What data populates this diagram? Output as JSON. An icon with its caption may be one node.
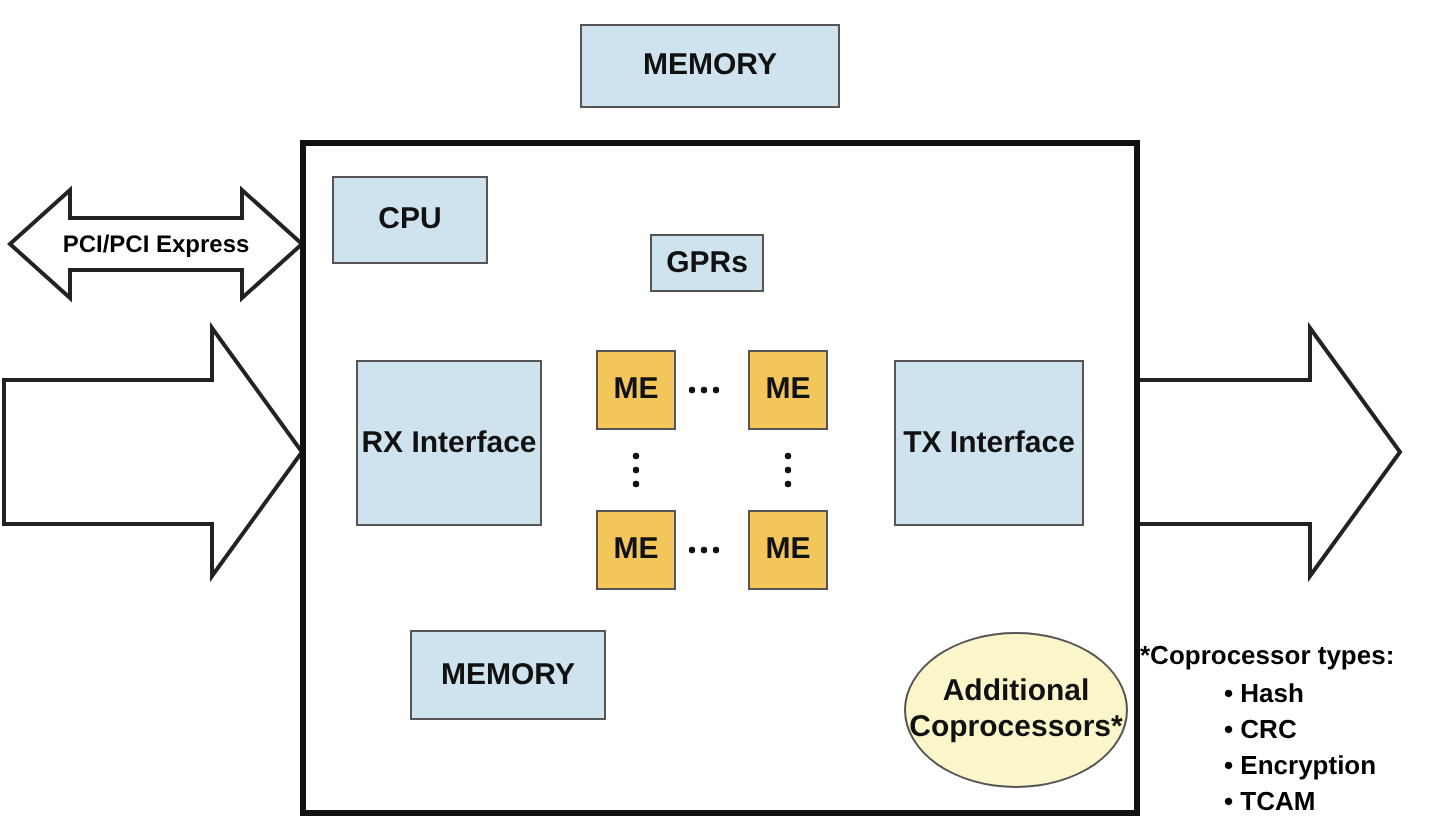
{
  "diagram": {
    "nodes": [
      {
        "text": [
          "MEMORY"
        ]
      },
      {
        "text": [],
        "shape": "box"
      },
      {
        "text": [
          "CPU"
        ],
        "in": 1
      },
      {
        "text": [
          "GPRs"
        ],
        "in": 1
      },
      {
        "text": [
          "RX Interface"
        ],
        "in": 1
      },
      {
        "text": [
          "ME"
        ],
        "in": 1
      },
      {
        "text": [
          "ME"
        ],
        "in": 1
      },
      {
        "text": [
          "TX Interface"
        ],
        "in": 1
      },
      {
        "text": [
          "ME"
        ],
        "in": 1
      },
      {
        "text": [
          "ME"
        ],
        "in": 1
      },
      {
        "text": [
          "MEMORY"
        ],
        "in": 1
      },
      {
        "text": [
          "Additional Coprocessors*"
        ],
        "in": 1
      }
    ],
    "edges": [
      {
        "from": null,
        "to": 1,
        "arrow": "both",
        "label": "PCI/PCI Express",
        "style": "thick"
      },
      {
        "from": null,
        "to": 1,
        "arrow": "to",
        "style": "thick"
      },
      {
        "from": 1,
        "to": null,
        "arrow": "to",
        "style": "thick"
      }
    ],
    "labels": [
      "*Coprocessor types:",
      "• Hash",
      "• CRC",
      "• Encryption",
      "• TCAM"
    ]
  }
}
